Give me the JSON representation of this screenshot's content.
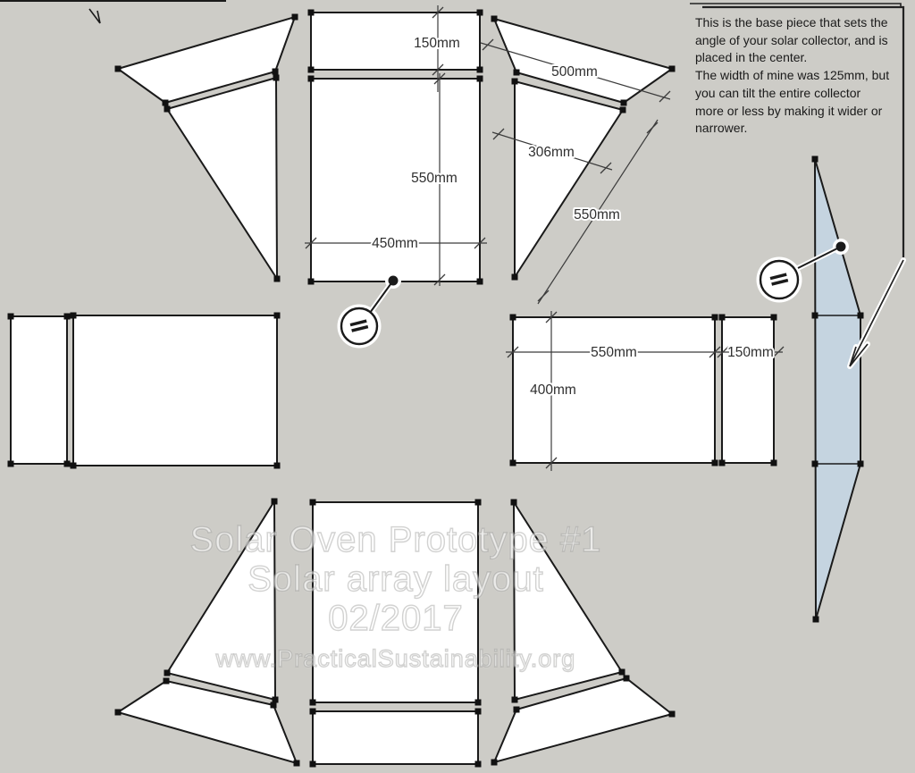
{
  "note": {
    "lines": [
      "This is the base piece that sets the",
      "angle of your solar collector, and is",
      "placed in the center.",
      "The width of mine was 125mm, but",
      "you can tilt the entire collector",
      "more or less by making it wider or",
      "narrower."
    ]
  },
  "watermark": {
    "lines": [
      "Solar Oven Prototype #1",
      "Solar array layout",
      "02/2017",
      "www.PracticalSustainability.org"
    ]
  },
  "dims": {
    "top_strip_height": "150mm",
    "main_panel_height": "550mm",
    "main_panel_width": "450mm",
    "wing_top_width": "500mm",
    "wing_inner_width": "306mm",
    "wing_slant_length": "550mm",
    "side_panel_width": "550mm",
    "side_panel_height": "400mm",
    "side_strip_width": "150mm"
  },
  "markers": {
    "left_symbol": "=",
    "right_symbol": "="
  },
  "colors": {
    "background": "#cdccc7",
    "panel_fill": "#ffffff",
    "base_piece_fill": "#c5d4e0",
    "outline": "#1a1a1a"
  }
}
